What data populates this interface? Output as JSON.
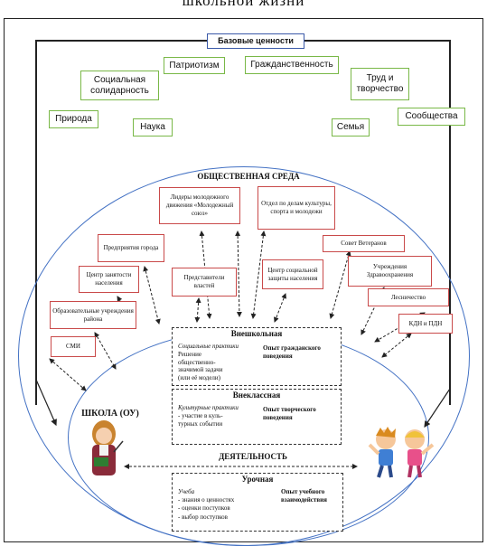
{
  "title": "школьной жизни",
  "header": "Базовые ценности",
  "values": {
    "patriot": "Патриотизм",
    "citizen": "Гражданственность",
    "solid": "Социальная солидарность",
    "labor": "Труд и творчество",
    "nature": "Природа",
    "science": "Наука",
    "family": "Семья",
    "community": "Сообщества"
  },
  "env_title": "ОБЩЕСТВЕННАЯ СРЕДА",
  "orgs": {
    "leaders": "Лидеры молодежного движения «Молодежный союз»",
    "dept": "Отдел по делам культуры, спорта и молодежи",
    "enterprises": "Предприятия города",
    "veterans": "Совет Ветеранов",
    "employment": "Центр занятости населения",
    "reps": "Представители властей",
    "social": "Центр социальной защиты населения",
    "health": "Учреждения Здравоохранения",
    "forestry": "Лесничество",
    "edu": "Образовательные учреждения района",
    "media": "СМИ",
    "kdn": "КДН и ПДН"
  },
  "school": "ШКОЛА (ОУ)",
  "activity": "ДЕЯТЕЛЬНОСТЬ",
  "blocks": {
    "extra": {
      "title": "Внешкольная",
      "practice": "Социальные практики",
      "desc": "Решение общественно-значимой задачи (или её модели)",
      "result": "Опыт гражданского поведения"
    },
    "class": {
      "title": "Внеклассная",
      "practice": "Культурные практики",
      "desc": "- участие в куль-турных событии",
      "result": "Опыт творческого поведения"
    },
    "lesson": {
      "title": "Урочная",
      "practice": "Учеба",
      "d1": "- знания о ценностях",
      "d2": "- оценки поступков",
      "d3": "- выбор поступков",
      "result": "Опыт учебного взаимодействия"
    }
  }
}
